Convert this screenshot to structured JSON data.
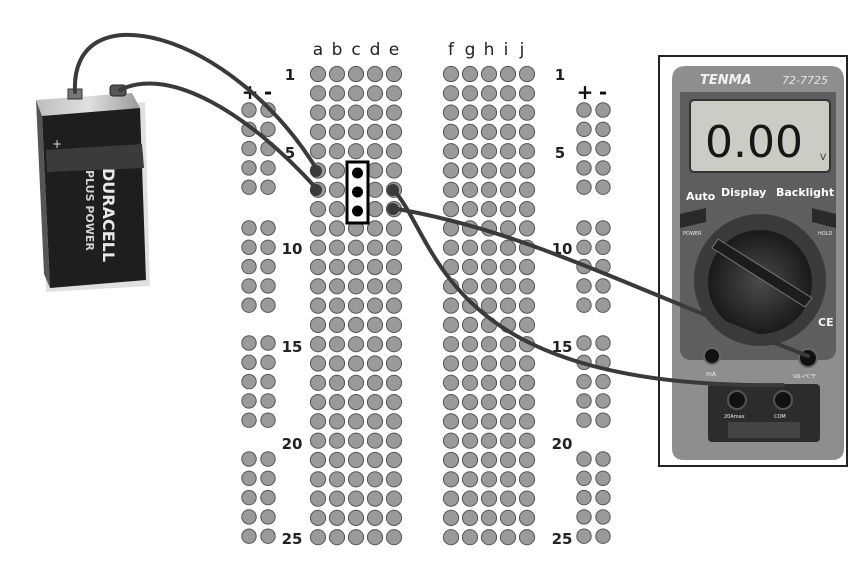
{
  "breadboard": {
    "columns_left": [
      "a",
      "b",
      "c",
      "d",
      "e"
    ],
    "columns_right": [
      "f",
      "g",
      "h",
      "i",
      "j"
    ],
    "row_labels": [
      "1",
      "5",
      "10",
      "15",
      "20",
      "25"
    ],
    "rail_left": {
      "plus": "+",
      "minus": "-"
    },
    "rail_right": {
      "plus": "+",
      "minus": "-"
    }
  },
  "battery": {
    "brand_line1": "DURACELL",
    "brand_line2": "PLUS POWER",
    "plus": "+"
  },
  "multimeter": {
    "brand": "TENMA",
    "model": "72-7725",
    "reading": "0.00",
    "unit": "V",
    "buttons": {
      "left": "Auto",
      "middle": "Display",
      "right": "Backlight"
    },
    "power_label": "POWER",
    "hold_label": "HOLD",
    "ce_mark": "CE",
    "jacks": {
      "ma": "mA",
      "vohm": "VΩ→°C°F",
      "com": "COM",
      "amps": "20Amax"
    }
  },
  "colors": {
    "breadboard_hole": "#9a9a9a",
    "wire": "#3a3a3a",
    "battery_body": "#1e1e1e",
    "meter_case": "#8e8e8e",
    "lcd": "#c9cdc4"
  }
}
